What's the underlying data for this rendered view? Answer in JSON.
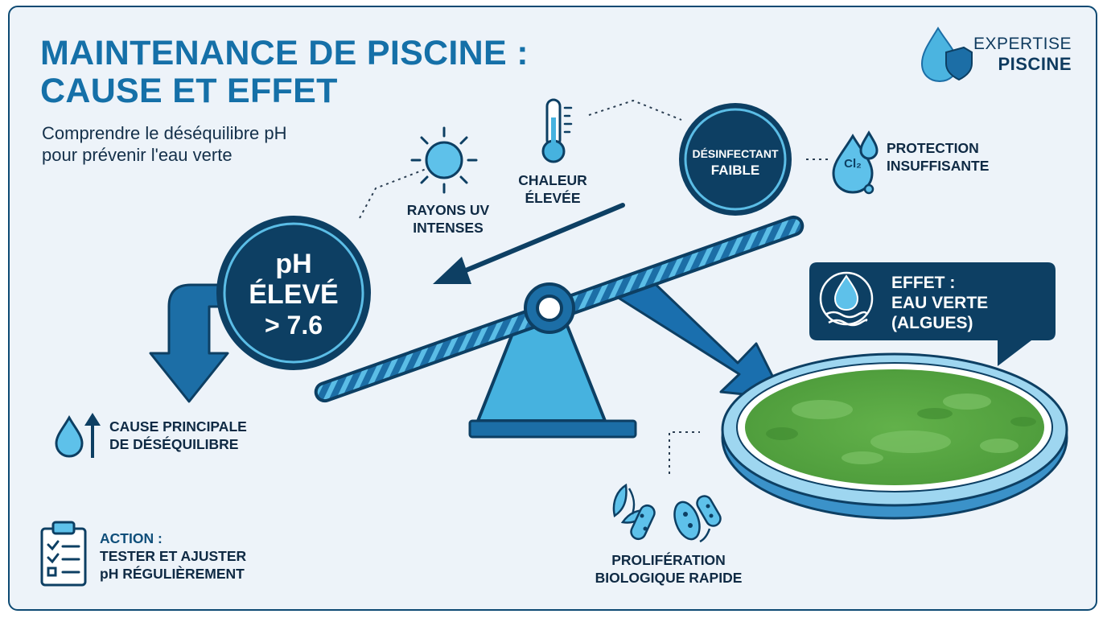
{
  "title_line1": "MAINTENANCE DE PISCINE :",
  "title_line2": "CAUSE ET EFFET",
  "subtitle_line1": "Comprendre le déséquilibre pH",
  "subtitle_line2": "pour prévenir l'eau verte",
  "brand": {
    "line1": "EXPERTISE",
    "line2": "PISCINE",
    "icon": "water-drop-shield-icon"
  },
  "ph_circle": {
    "line1": "pH",
    "line2": "ÉLEVÉ",
    "line3": "> 7.6"
  },
  "uv": {
    "line1": "RAYONS UV",
    "line2": "INTENSES",
    "icon": "sun-icon"
  },
  "heat": {
    "line1": "CHALEUR",
    "line2": "ÉLEVÉE",
    "icon": "thermometer-icon"
  },
  "disinfectant": {
    "line1": "DÉSINFECTANT",
    "line2": "FAIBLE"
  },
  "protection": {
    "line1": "PROTECTION",
    "line2": "INSUFFISANTE",
    "icon": "chlorine-drops-icon",
    "icon_text": "Cl₂"
  },
  "cause": {
    "line1": "CAUSE PRINCIPALE",
    "line2": "DE DÉSÉQUILIBRE",
    "icon": "drop-arrow-up-icon"
  },
  "effect": {
    "line1": "EFFET :",
    "line2": "EAU VERTE",
    "line3": "(ALGUES)",
    "icon": "water-drop-waves-icon"
  },
  "action": {
    "line1": "ACTION :",
    "line2": "TESTER ET AJUSTER",
    "line3": "pH RÉGULIÈREMENT",
    "icon": "clipboard-checklist-icon"
  },
  "bio": {
    "line1": "PROLIFÉRATION",
    "line2": "BIOLOGIQUE RAPIDE",
    "icon": "bacteria-algae-icon"
  },
  "colors": {
    "navy": "#0d3f63",
    "blue": "#1a6fae",
    "light_blue": "#4bb4e0",
    "algae_green": "#55a640",
    "background": "#edf3f9"
  }
}
